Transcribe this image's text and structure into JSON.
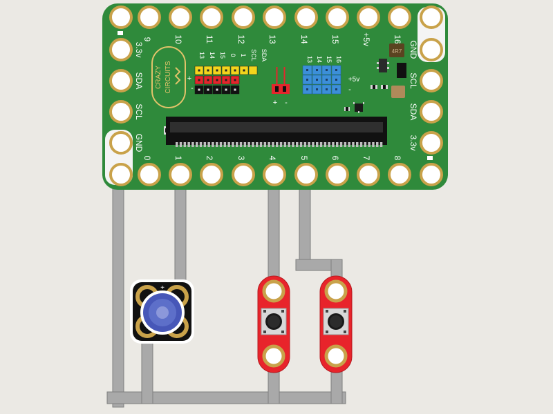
{
  "colors": {
    "background": "#ebe9e4",
    "board": "#2f8a3b",
    "pad_ring": "#c9a24a",
    "tape": "#a9a9a9",
    "button_board": "#e8242b",
    "led_board": "#111111",
    "led": "#4757b8"
  },
  "board": {
    "top_labels": [
      "9",
      "10",
      "11",
      "12",
      "13",
      "14",
      "15",
      "+5v",
      "16"
    ],
    "bottom_labels": [
      "0",
      "1",
      "2",
      "3",
      "4",
      "5",
      "6",
      "7",
      "8"
    ],
    "left_labels": [
      "3.3v",
      "SDA",
      "SCL",
      "GND"
    ],
    "right_labels": [
      "GND",
      "SCL",
      "SDA",
      "3.3v"
    ],
    "logo_line1": "CRAZY",
    "logo_line2": "CIRCUITS",
    "header_left_labels": [
      "13",
      "14",
      "15",
      "0",
      "1",
      "SCL",
      "SDA"
    ],
    "header_right_labels": [
      "13",
      "14",
      "15",
      "16"
    ],
    "plus_sign": "+",
    "minus_sign": "-",
    "plus5v": "+5v",
    "inductor_label": "4R7"
  },
  "led_module": {
    "plus_label": "+"
  },
  "icons": {
    "led": "led-icon",
    "button": "pushbutton-icon",
    "logo": "crazy-circuits-logo-icon"
  }
}
